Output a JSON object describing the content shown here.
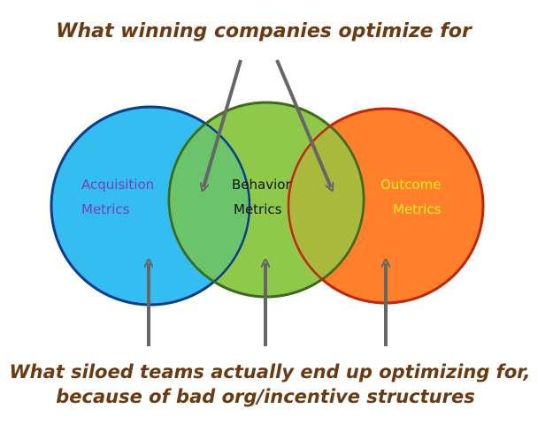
{
  "top_caption": "What winning companies optimize for",
  "bottom_caption": {
    "line1": "What siloed teams actually end up optimizing for,",
    "line2": "because of bad org/incentive structures"
  },
  "circles": [
    {
      "id": "acquisition",
      "line1": "Acquisition",
      "line2": "Metrics",
      "fill": "#33bdf0",
      "stroke": "#0a3d8c",
      "text_color": "#7a3db8"
    },
    {
      "id": "behavior",
      "line1": "Behavior",
      "line2": "Metrics",
      "fill": "#8fc94a",
      "stroke": "#3c6b1c",
      "text_color": "#111111"
    },
    {
      "id": "outcome",
      "line1": "Outcome",
      "line2": "Metrics",
      "fill": "#ff7f2a",
      "stroke": "#c4240a",
      "text_color": "#f7f01e"
    }
  ],
  "colors": {
    "caption": "#6b3a10",
    "arrow": "#666666",
    "overlap_left": "#6cc46a",
    "overlap_right": "#a9b93c"
  }
}
